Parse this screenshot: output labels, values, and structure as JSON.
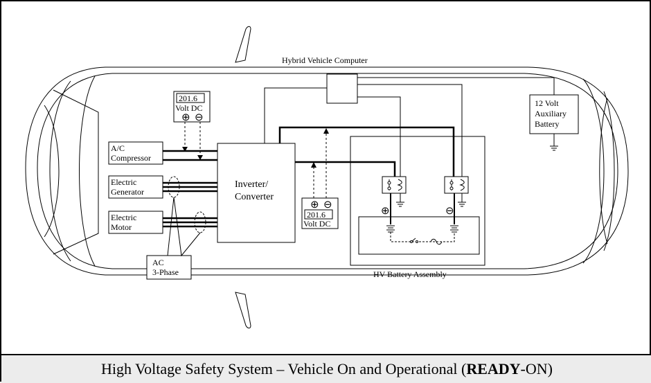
{
  "diagram": {
    "hv_computer_label": "Hybrid Vehicle Computer",
    "aux_battery": {
      "line1": "12 Volt",
      "line2": "Auxiliary",
      "line3": "Battery"
    },
    "voltmeter_top": {
      "value": "201.6",
      "unit": "Volt DC",
      "plus": "⊕",
      "minus": "⊖"
    },
    "voltmeter_mid": {
      "value": "201.6",
      "unit": "Volt DC",
      "plus": "⊕",
      "minus": "⊖"
    },
    "ac_compressor": {
      "line1": "A/C",
      "line2": "Compressor"
    },
    "electric_generator": {
      "line1": "Electric",
      "line2": "Generator"
    },
    "electric_motor": {
      "line1": "Electric",
      "line2": "Motor"
    },
    "inverter": {
      "line1": "Inverter/",
      "line2": "Converter"
    },
    "ac_phase": {
      "line1": "AC",
      "line2": "3-Phase"
    },
    "battery_plus": "⊕",
    "battery_minus": "⊖",
    "hv_battery_label": "HV Battery Assembly"
  },
  "caption": {
    "before": "High Voltage Safety System – Vehicle On and Operational (",
    "bold": "READY",
    "after": "-ON)"
  }
}
